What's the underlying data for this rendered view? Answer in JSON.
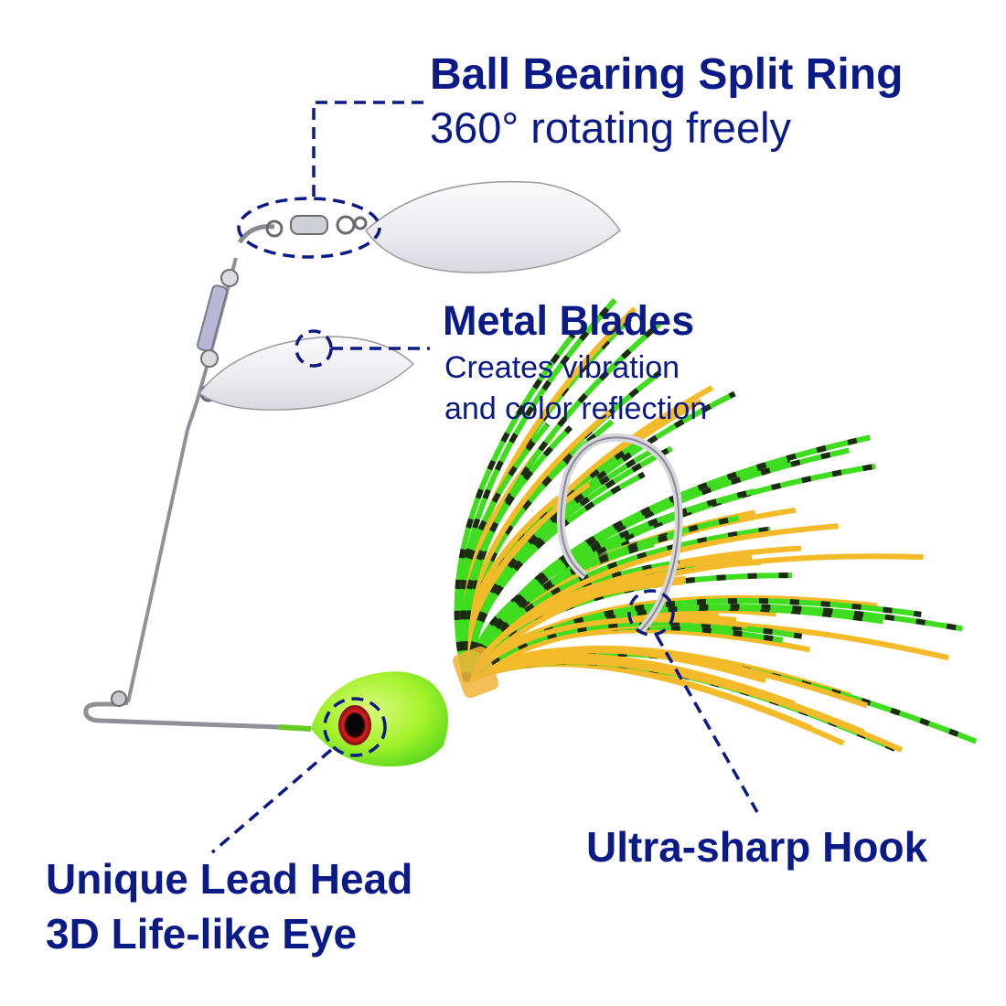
{
  "colors": {
    "label_text": "#0a1a86",
    "callout_line": "#0a1a86",
    "skirt_green": "#3fdc1f",
    "skirt_yellow": "#f3bb2a",
    "skirt_band": "#1c2a12",
    "head_green": "#8ef21a",
    "eye_red": "#b3121a",
    "blade_silver": "#ececf0",
    "wire_silver": "#9a9aa2"
  },
  "callouts": {
    "split_ring": {
      "title": "Ball Bearing Split Ring",
      "subtitle": "360° rotating freely"
    },
    "metal_blades": {
      "title": "Metal Blades",
      "subtitle_line1": "Creates vibration",
      "subtitle_line2": "and color reflection"
    },
    "hook": {
      "title": "Ultra-sharp Hook"
    },
    "lead_head": {
      "title": "Unique Lead Head",
      "subtitle": "3D Life-like Eye"
    }
  }
}
